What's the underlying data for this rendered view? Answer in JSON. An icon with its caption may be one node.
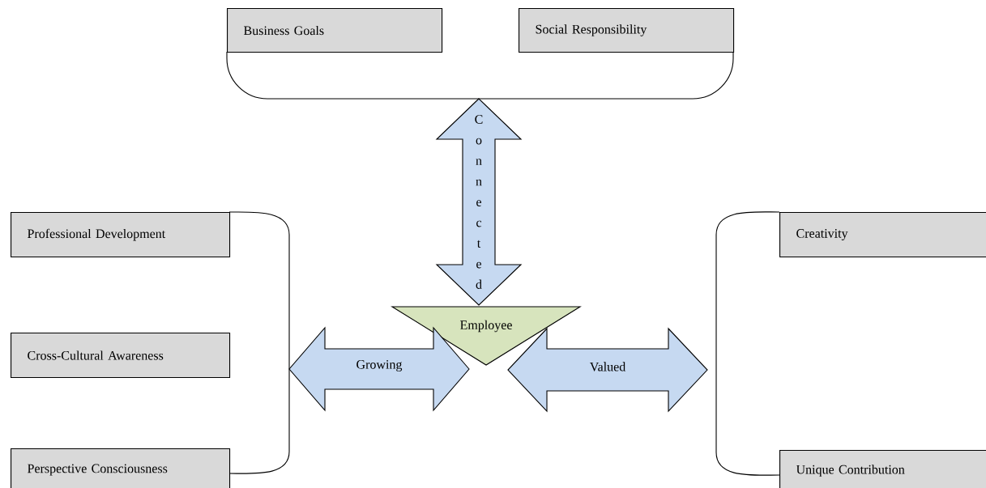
{
  "diagram": {
    "nodes": [
      {
        "text": [
          "Business Goals"
        ]
      },
      {
        "text": [
          "Social Responsibility"
        ]
      },
      {
        "text": [],
        "shape": "bracket"
      },
      {
        "text": [
          "Professional Development"
        ]
      },
      {
        "text": [
          "Cross-Cultural Awareness"
        ]
      },
      {
        "text": [
          "Perspective Consciousness"
        ]
      },
      {
        "text": [],
        "shape": "bracket"
      },
      {
        "text": [
          "Employee"
        ]
      },
      {
        "text": [
          "Creativity"
        ]
      },
      {
        "text": [
          "Unique Contribution"
        ]
      },
      {
        "text": [],
        "shape": "bracket"
      }
    ],
    "edges": [
      {
        "from": 2,
        "to": 7,
        "arrow": "both",
        "label": "Connected"
      },
      {
        "from": 7,
        "to": 6,
        "arrow": "both",
        "label": "Growing"
      },
      {
        "from": 7,
        "to": 10,
        "arrow": "both",
        "label": "Valued"
      }
    ]
  }
}
